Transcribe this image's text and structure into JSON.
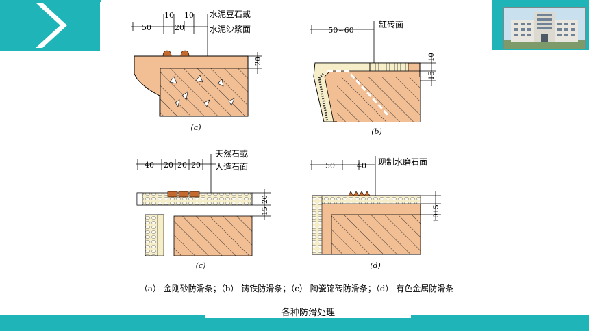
{
  "caption": "各种防滑处理",
  "legend": "（a） 金刚砂防滑条；（b） 铸铁防滑条；（c） 陶瓷锦砖防滑条；（d） 有色金属防滑条",
  "panels": {
    "a": {
      "label": "(a)",
      "note_line1": "水泥豆石或",
      "note_line2": "水泥沙浆面",
      "dims": [
        "50",
        "10",
        "20",
        "10"
      ],
      "height_dim": "20"
    },
    "b": {
      "label": "(b)",
      "note": "缸砖面",
      "dims": [
        "50~60"
      ],
      "height_dims": [
        "10",
        "15"
      ]
    },
    "c": {
      "label": "(c)",
      "note_line1": "天然石或",
      "note_line2": "人造石面",
      "dims": [
        "40",
        "20",
        "20",
        "20"
      ],
      "height_dims": [
        "20",
        "15"
      ]
    },
    "d": {
      "label": "(d)",
      "note": "现制水磨石面",
      "dims": [
        "50",
        "40"
      ],
      "height_dims": [
        "15",
        "10"
      ]
    }
  },
  "colors": {
    "teal": "#1fb5b8",
    "concrete": "#f2be94",
    "strip": "#c46a2e"
  }
}
